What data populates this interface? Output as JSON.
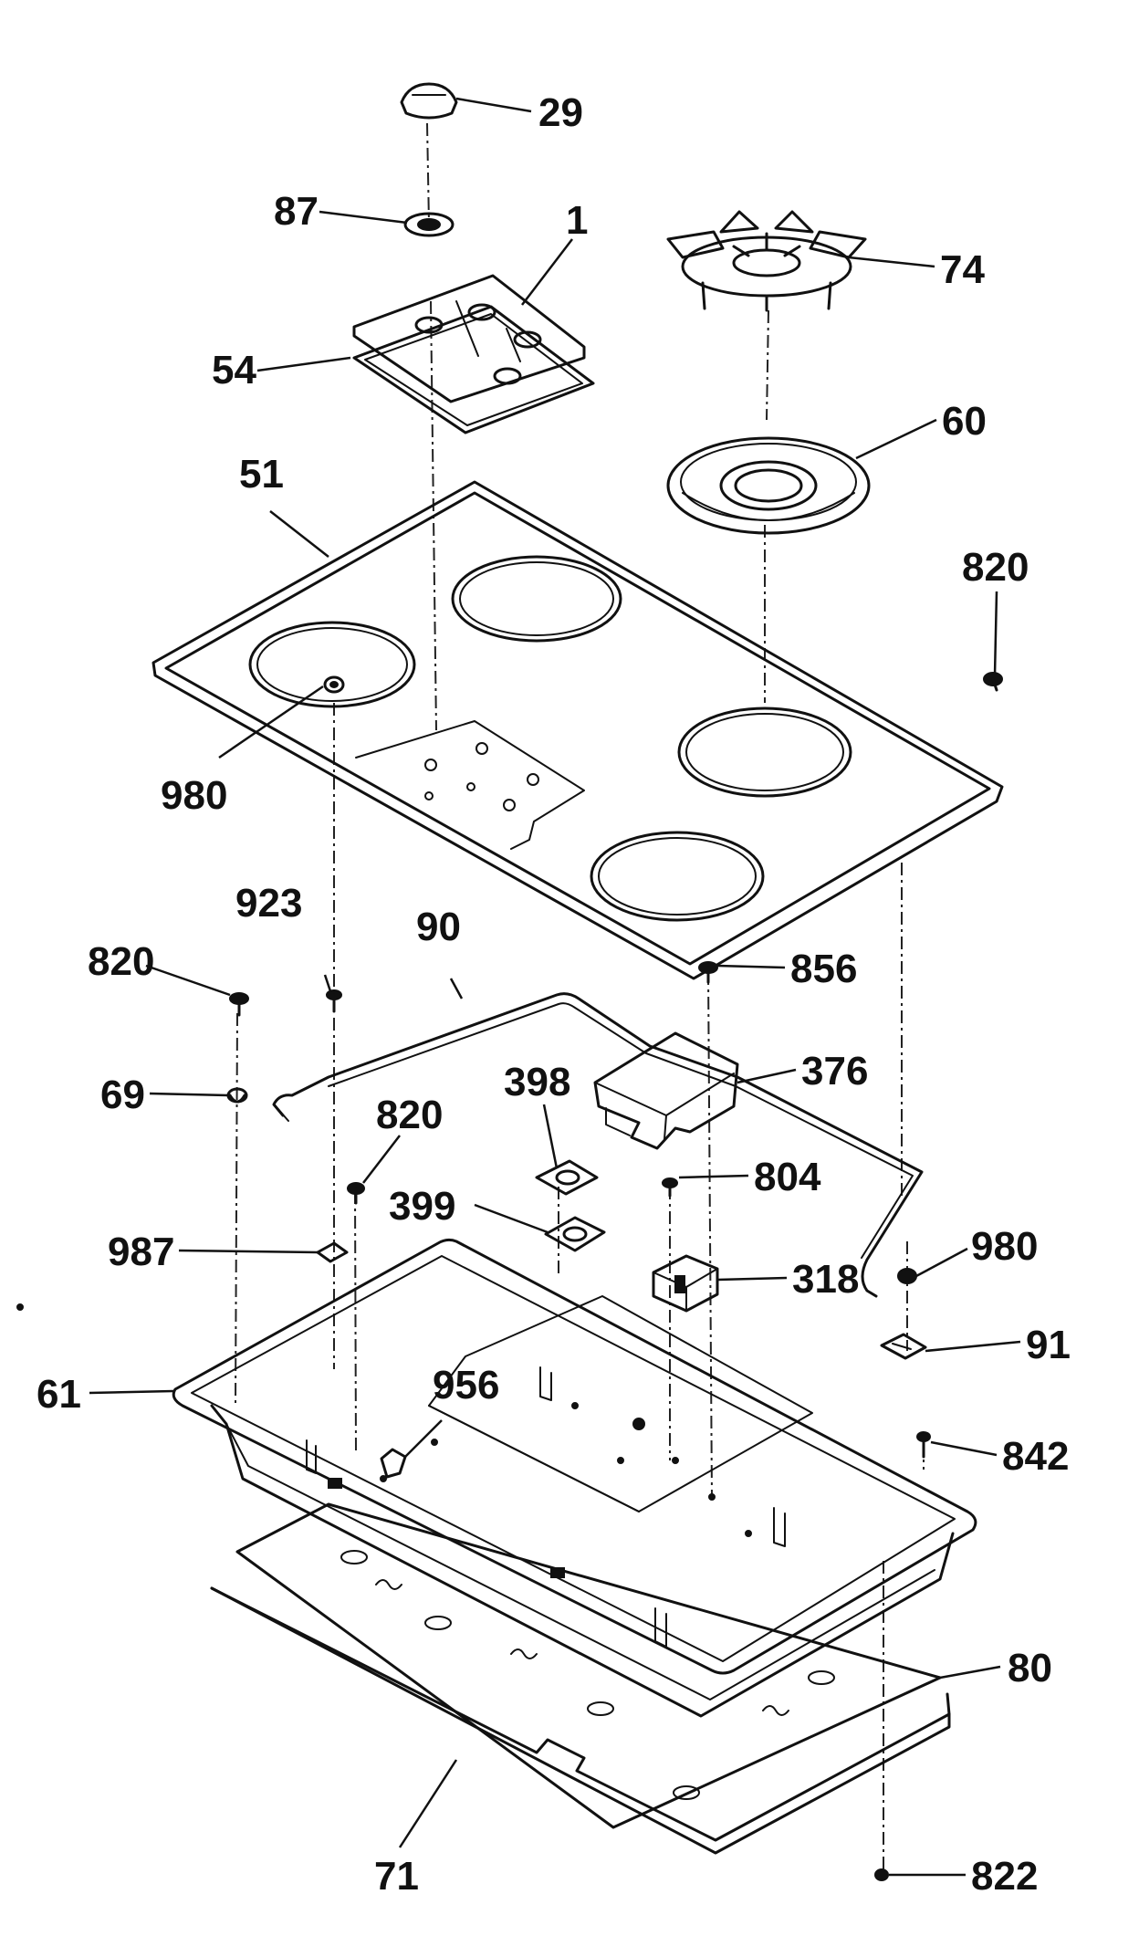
{
  "parts": [
    {
      "id": "knob",
      "callout": "29"
    },
    {
      "id": "bezel",
      "callout": "87"
    },
    {
      "id": "control-panel-glass",
      "callout": "1"
    },
    {
      "id": "control-panel-gasket",
      "callout": "54"
    },
    {
      "id": "burner-grate",
      "callout": "74"
    },
    {
      "id": "drip-pan",
      "callout": "60"
    },
    {
      "id": "cooktop-main-top",
      "callout": "51"
    },
    {
      "id": "screw-top-right",
      "callout": "820"
    },
    {
      "id": "nut-main-top",
      "callout": "980"
    },
    {
      "id": "stud",
      "callout": "923"
    },
    {
      "id": "gas-tube",
      "callout": "90"
    },
    {
      "id": "screw-left",
      "callout": "820"
    },
    {
      "id": "screw-856",
      "callout": "856"
    },
    {
      "id": "clip",
      "callout": "69"
    },
    {
      "id": "gasket-398",
      "callout": "398"
    },
    {
      "id": "shield-376",
      "callout": "376"
    },
    {
      "id": "screw-middle",
      "callout": "820"
    },
    {
      "id": "screw-804",
      "callout": "804"
    },
    {
      "id": "gasket-399",
      "callout": "399"
    },
    {
      "id": "washer-987",
      "callout": "987"
    },
    {
      "id": "spark-module",
      "callout": "318"
    },
    {
      "id": "nut-right",
      "callout": "980"
    },
    {
      "id": "bracket-91",
      "callout": "91"
    },
    {
      "id": "burner-box",
      "callout": "61"
    },
    {
      "id": "clamp-956",
      "callout": "956"
    },
    {
      "id": "screw-842",
      "callout": "842"
    },
    {
      "id": "insulation-80",
      "callout": "80"
    },
    {
      "id": "insulation-71",
      "callout": "71"
    },
    {
      "id": "screw-822",
      "callout": "822"
    }
  ]
}
